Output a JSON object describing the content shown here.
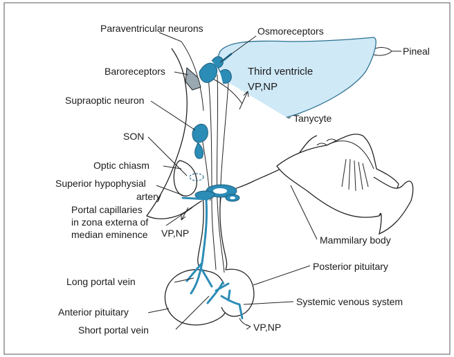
{
  "labels": {
    "paraventricular": "Paraventricular neurons",
    "osmoreceptors": "Osmoreceptors",
    "pineal": "Pineal",
    "baroreceptors": "Baroreceptors",
    "third_ventricle": "Third ventricle",
    "vpnp_ventricle": "VP,NP",
    "supraoptic_neuron": "Supraoptic neuron",
    "tanycyte": "Tanycyte",
    "son": "SON",
    "optic_chiasm": "Optic chiasm",
    "sup_hypo_artery_1": "Superior hypophysial",
    "sup_hypo_artery_2": "artery",
    "portal_cap_1": "Portal capillaries",
    "portal_cap_2": "in zona externa of",
    "portal_cap_3": "median eminence",
    "vpnp_portal": "VP,NP",
    "mammillary": "Mammilary body",
    "posterior_pituitary": "Posterior pituitary",
    "long_portal_vein": "Long portal vein",
    "systemic_venous": "Systemic venous system",
    "anterior_pituitary": "Anterior pituitary",
    "short_portal_vein": "Short portal vein",
    "vpnp_systemic": "VP,NP"
  },
  "colors": {
    "ventricle_fill": "#cfe9f7",
    "ventricle_stroke": "#2b6f8f",
    "neuron_blue": "#2b8cb6",
    "baroreceptor_gray": "#9aa8b2"
  }
}
